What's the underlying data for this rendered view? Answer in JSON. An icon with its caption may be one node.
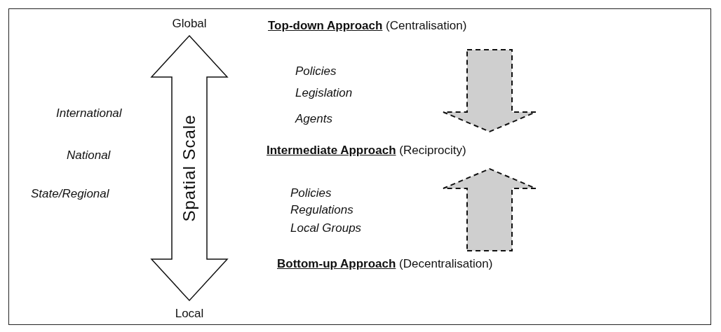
{
  "diagram": {
    "nodes": [
      {
        "text": [
          "Spatial Scale"
        ],
        "beside": [
          "Global",
          "Local"
        ]
      },
      {
        "text": [
          "**Top-down Approach** (Centralisation)"
        ]
      },
      {
        "text": [
          "**Intermediate Approach** (Reciprocity)"
        ]
      },
      {
        "text": [
          "**Bottom-up Approach** (Decentralisation)"
        ]
      }
    ],
    "edges": [
      {
        "from": 1,
        "to": 2,
        "arrow": "to",
        "style": "dashed"
      },
      {
        "from": 3,
        "to": 2,
        "arrow": "to",
        "style": "dashed"
      }
    ],
    "labels": [
      "Policies",
      "Legislation",
      "International",
      "Agents",
      "National",
      "Policies",
      "State/Regional",
      "Regulations",
      "Local Groups"
    ]
  }
}
